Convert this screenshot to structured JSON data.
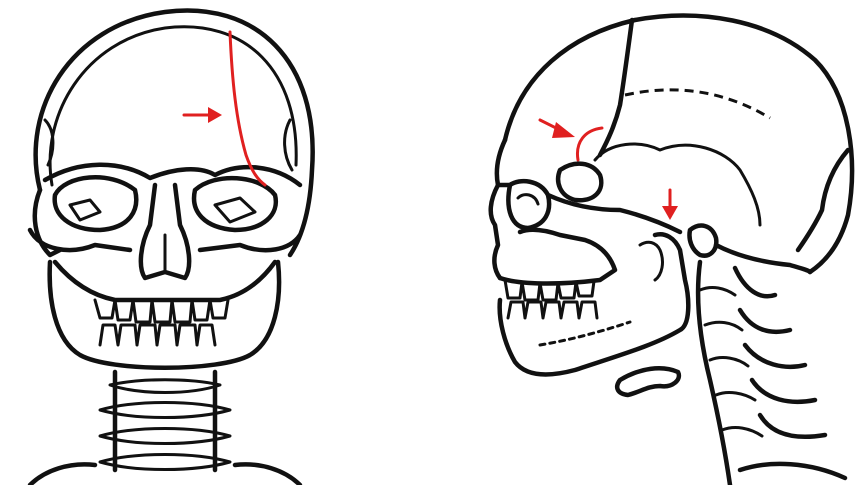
{
  "figure": {
    "views": [
      {
        "name": "frontal",
        "fracture_line": "skull-vault-fracture"
      },
      {
        "name": "lateral",
        "fracture_line": "temporal-fracture"
      }
    ],
    "annotation_color": "#e02020",
    "line_color": "#111111",
    "background": "#ffffff"
  }
}
